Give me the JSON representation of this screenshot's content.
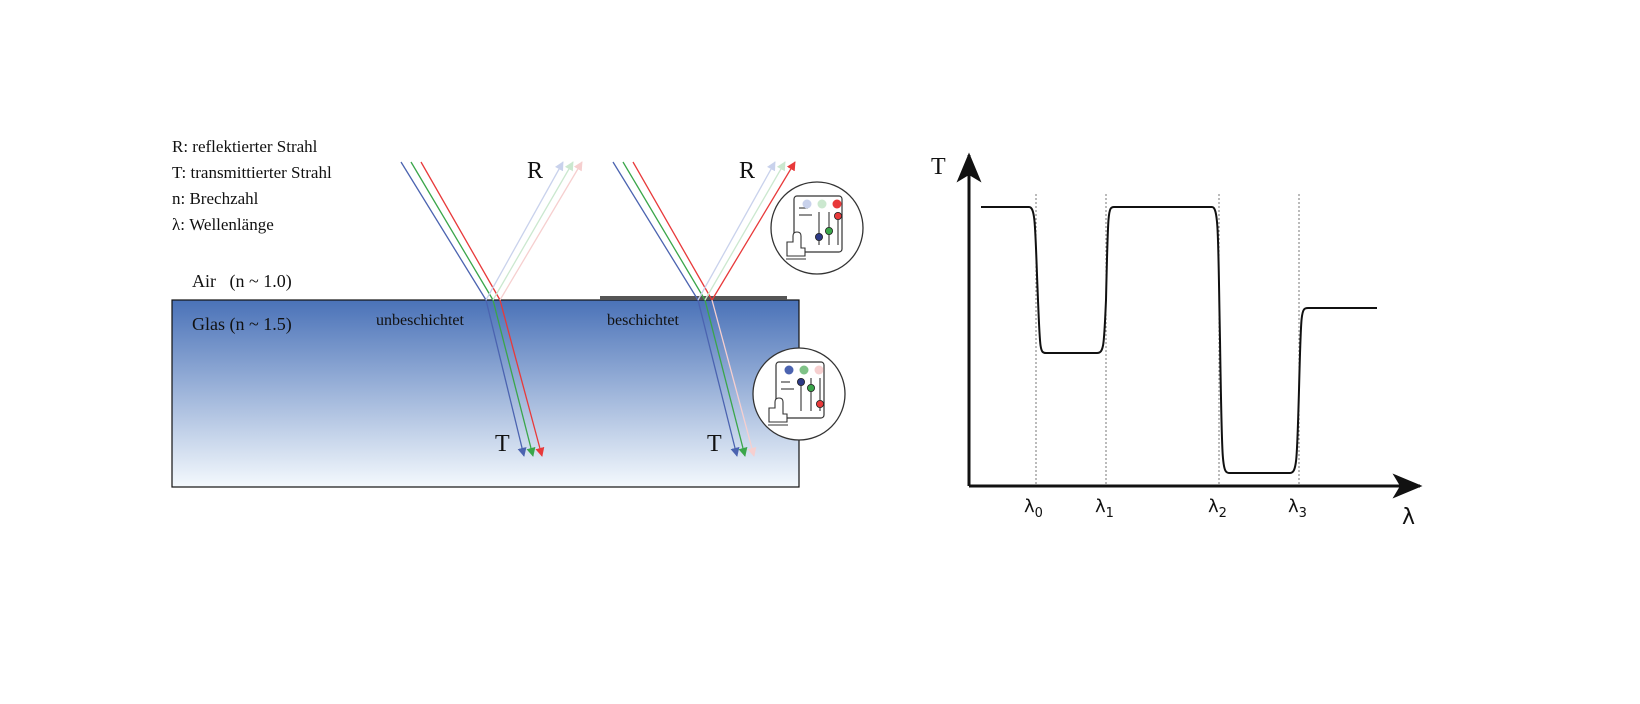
{
  "legend": [
    "R: reflektierter Strahl",
    "T: transmittierter Strahl",
    "n: Brechzahl",
    "λ: Wellenlänge"
  ],
  "media": {
    "air_label": "Air   (n ~ 1.0)",
    "glass_label": "Glas (n ~ 1.5)",
    "glass_gradient": [
      "#4a72b8",
      "#f4f9fd"
    ]
  },
  "uncoated": {
    "label": "unbeschichtet",
    "reflect_label": "R",
    "transmit_label": "T"
  },
  "coated": {
    "label": "beschichtet",
    "reflect_label": "R",
    "transmit_label": "T"
  },
  "colors": {
    "blue": "#4b63b0",
    "green": "#3aa64a",
    "red": "#e8393a",
    "coating": "#555555"
  },
  "icons": {
    "reflect_panel": "mixer-sliders-icon",
    "transmit_panel": "mixer-sliders-icon"
  },
  "graph": {
    "y_label": "T",
    "x_label": "λ",
    "markers": [
      {
        "base": "λ",
        "sub": "0"
      },
      {
        "base": "λ",
        "sub": "1"
      },
      {
        "base": "λ",
        "sub": "2"
      },
      {
        "base": "λ",
        "sub": "3"
      }
    ]
  }
}
